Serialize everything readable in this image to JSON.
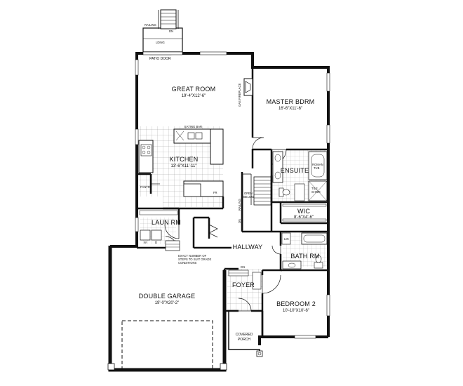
{
  "rooms": {
    "great_room": {
      "name": "GREAT ROOM",
      "dims": "19'-4\"X12'-6\""
    },
    "master_bdrm": {
      "name": "MASTER BDRM",
      "dims": "16'-6\"X11'-6\""
    },
    "kitchen": {
      "name": "KITCHEN",
      "dims": "13'-6\"X11'-11\""
    },
    "ensuite": {
      "name": "ENSUITE"
    },
    "wic": {
      "name": "WIC",
      "dims": "8'-6\"X4'-6\""
    },
    "laun_rm": {
      "name": "LAUN RM"
    },
    "hallway": {
      "name": "HALLWAY"
    },
    "bath_rm": {
      "name": "BATH RM"
    },
    "double_garage": {
      "name": "DOUBLE GARAGE",
      "dims": "19'-0\"X20'-2\""
    },
    "foyer": {
      "name": "FOYER"
    },
    "bedroom_2": {
      "name": "BEDROOM 2",
      "dims": "10'-10\"X10'-6\""
    },
    "covered_porch": {
      "line1": "COVERED",
      "line2": "PORCH"
    }
  },
  "labels": {
    "railing_top": "RAILING",
    "dn_top": "DN",
    "lding": "LDING",
    "patio_door": "PATIO DOOR",
    "gas_fireplace": "GAS FIREPLACE",
    "eating_bar": "EATING BAR",
    "pantry": "PANTRY",
    "fr": "FR",
    "railing_stair": "RAILING",
    "open_below_1": "OPEN",
    "open_below_2": "BELOW",
    "dn_stair": "DN",
    "linen": "LIN",
    "shower_1": "ROMAN",
    "shower_2": "TUB",
    "tile_1": "TILE",
    "tile_2": "SHWR",
    "steps_note_1": "EXACT NUMBER OF",
    "steps_note_2": "STEPS TO SUIT GRADE",
    "steps_note_3": "CONDITIONS",
    "dn_foyer": "DN",
    "washer": "W",
    "dryer": "D"
  }
}
